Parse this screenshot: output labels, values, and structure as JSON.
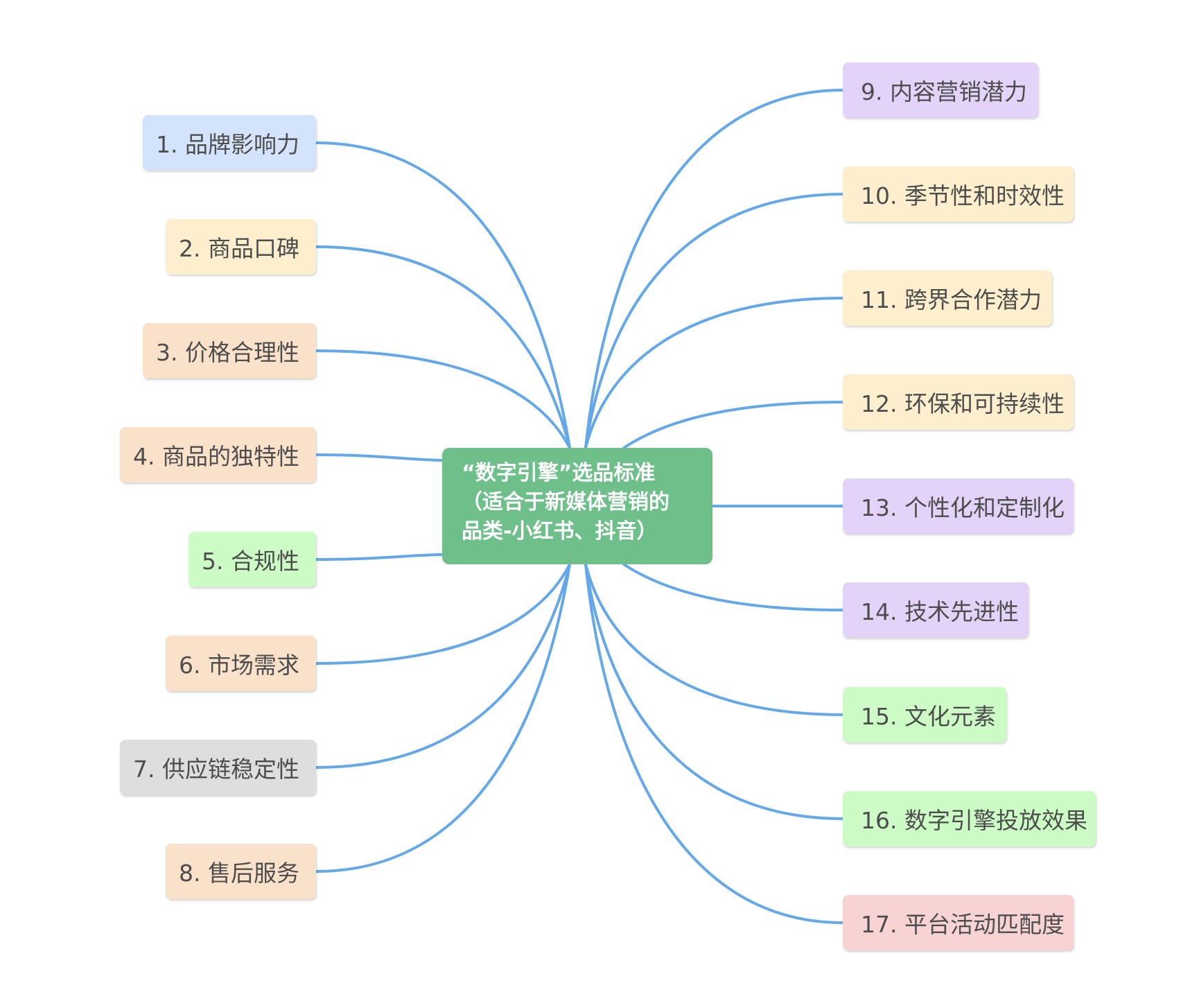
{
  "colors": {
    "edge": "#64a8ea",
    "central_bg": "#6fbf8a"
  },
  "central": {
    "text": "“数字引擎”选品标准\n（适合于新媒体营销的\n品类-小红书、抖音）"
  },
  "nodes_left": [
    {
      "label": "1. 品牌影响力",
      "color": "#d2e3fb"
    },
    {
      "label": "2. 商品口碑",
      "color": "#fdefcd"
    },
    {
      "label": "3. 价格合理性",
      "color": "#f9e2c9"
    },
    {
      "label": "4. 商品的独特性",
      "color": "#f9e2c9"
    },
    {
      "label": "5. 合规性",
      "color": "#ccfbc6"
    },
    {
      "label": "6. 市场需求",
      "color": "#f9e2c9"
    },
    {
      "label": "7. 供应链稳定性",
      "color": "#dedede"
    },
    {
      "label": "8. 售后服务",
      "color": "#f9e2c9"
    }
  ],
  "nodes_right": [
    {
      "label": "9. 内容营销潜力",
      "color": "#e3d3f8"
    },
    {
      "label": "10. 季节性和时效性",
      "color": "#fdefcd"
    },
    {
      "label": "11. 跨界合作潜力",
      "color": "#fdefcd"
    },
    {
      "label": "12. 环保和可持续性",
      "color": "#fdefcd"
    },
    {
      "label": "13. 个性化和定制化",
      "color": "#e3d3f8"
    },
    {
      "label": "14. 技术先进性",
      "color": "#e3d3f8"
    },
    {
      "label": "15. 文化元素",
      "color": "#ccfbc6"
    },
    {
      "label": "16. 数字引擎投放效果",
      "color": "#ccfbc6"
    },
    {
      "label": "17. 平台活动匹配度",
      "color": "#f7d3d3"
    }
  ]
}
